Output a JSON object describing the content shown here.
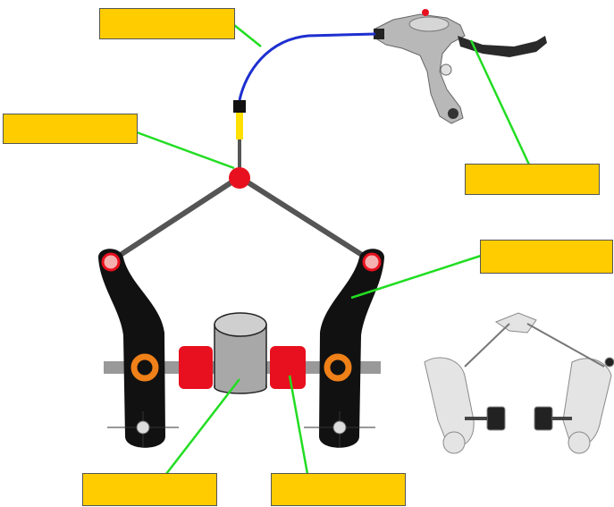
{
  "diagram": {
    "labels": [
      {
        "id": "cable",
        "text": ""
      },
      {
        "id": "pivot",
        "text": ""
      },
      {
        "id": "lever",
        "text": ""
      },
      {
        "id": "brake-arm",
        "text": ""
      },
      {
        "id": "noodle",
        "text": ""
      },
      {
        "id": "brake-pad",
        "text": ""
      }
    ],
    "colors": {
      "label_fill": "#FFCC00",
      "leader_line": "#22DD22",
      "cable": "#1E2FD0",
      "arm": "#111111",
      "pad": "#E8101E",
      "bolt": "#F08018",
      "link": "#555555"
    }
  }
}
